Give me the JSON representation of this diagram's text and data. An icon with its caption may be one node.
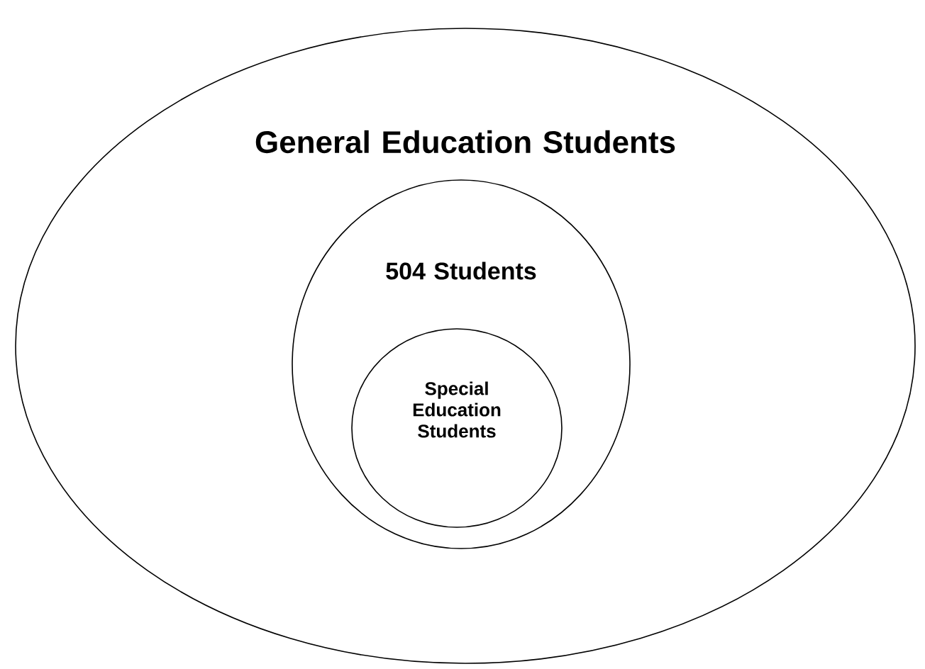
{
  "diagram": {
    "nodes": [
      {
        "text": [
          "General Education Students"
        ]
      },
      {
        "text": [
          "504 Students"
        ],
        "in": 0
      },
      {
        "text": [
          "Special Education Students"
        ],
        "in": 1
      }
    ]
  }
}
